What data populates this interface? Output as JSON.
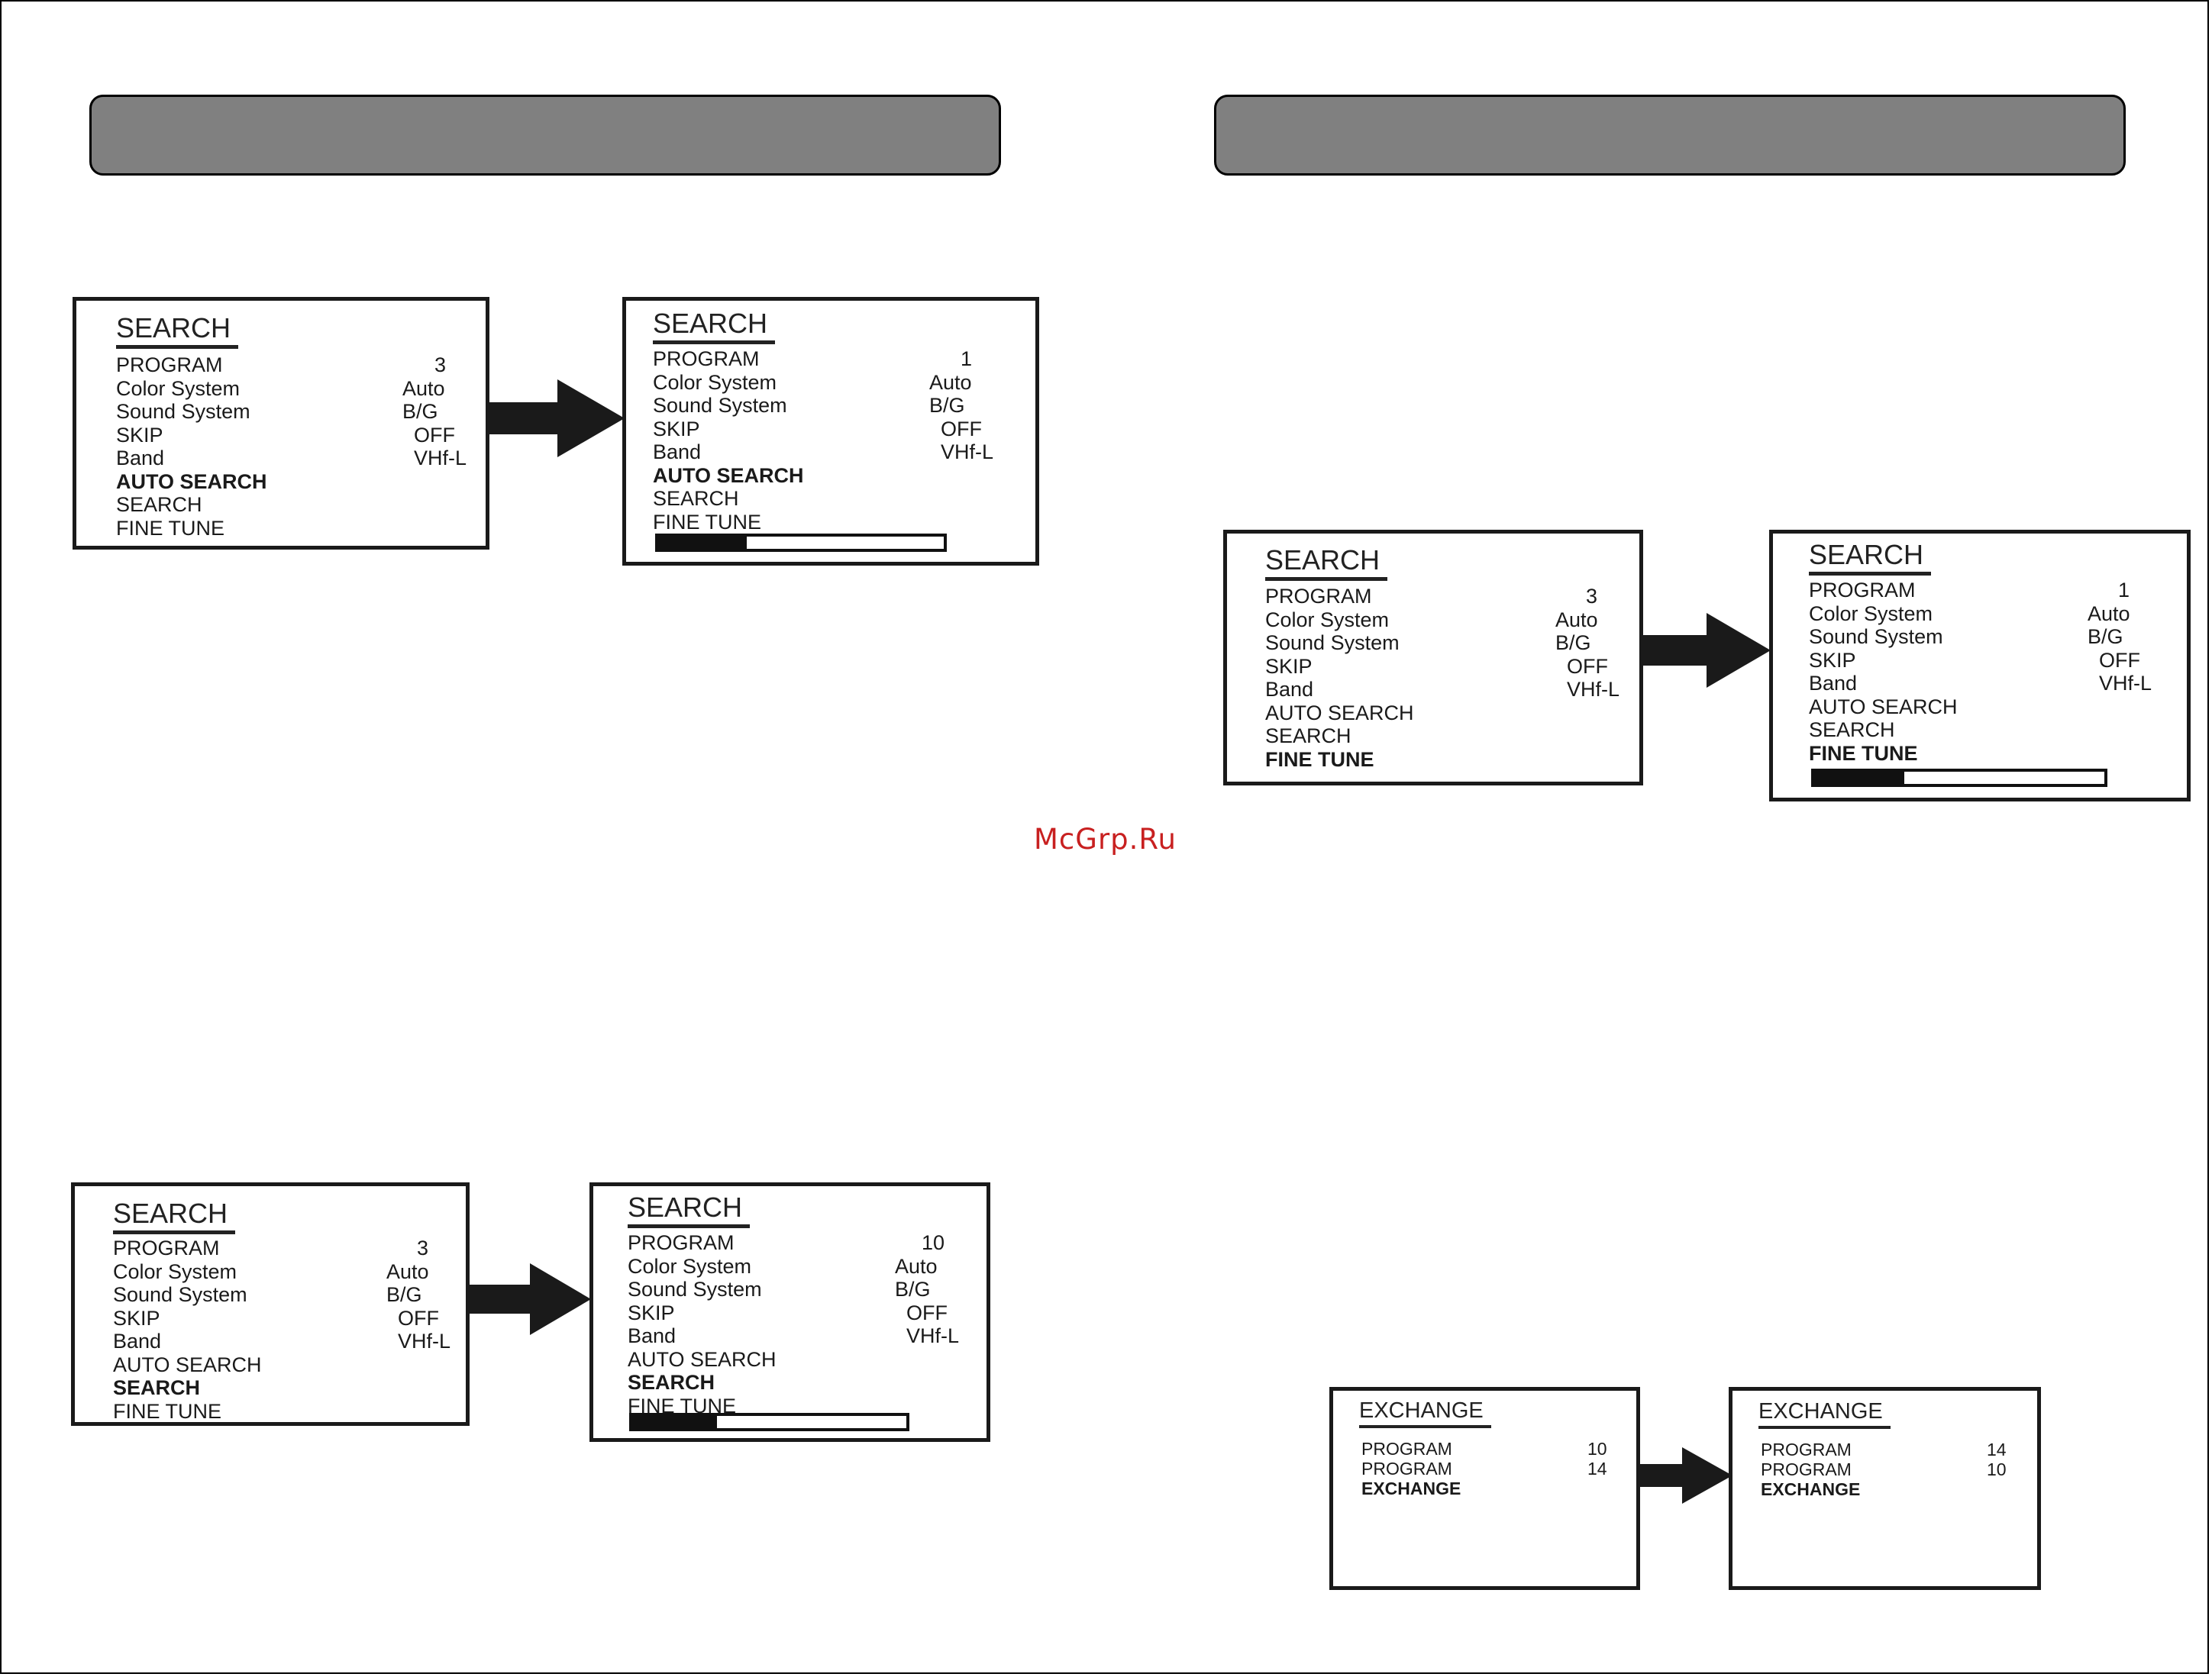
{
  "watermark": "McGrp.Ru",
  "colors": {
    "header_bar": "#808080",
    "watermark": "#c82020",
    "frame": "#1a1a1a"
  },
  "menus": [
    {
      "title": "SEARCH",
      "rows": [
        {
          "label": "PROGRAM",
          "value": "3",
          "bold": false
        },
        {
          "label": "Color System",
          "value": "Auto",
          "bold": false
        },
        {
          "label": "Sound System",
          "value": "B/G",
          "bold": false
        },
        {
          "label": "SKIP",
          "value": "OFF",
          "bold": false
        },
        {
          "label": "Band",
          "value": "VHf-L",
          "bold": false
        },
        {
          "label": "AUTO SEARCH",
          "value": "",
          "bold": true
        },
        {
          "label": "SEARCH",
          "value": "",
          "bold": false
        },
        {
          "label": "FINE TUNE",
          "value": "",
          "bold": false
        }
      ]
    },
    {
      "title": "SEARCH",
      "rows": [
        {
          "label": "PROGRAM",
          "value": "1",
          "bold": false
        },
        {
          "label": "Color System",
          "value": "Auto",
          "bold": false
        },
        {
          "label": "Sound System",
          "value": "B/G",
          "bold": false
        },
        {
          "label": "SKIP",
          "value": "OFF",
          "bold": false
        },
        {
          "label": "Band",
          "value": "VHf-L",
          "bold": false
        },
        {
          "label": "AUTO SEARCH",
          "value": "",
          "bold": true
        },
        {
          "label": "SEARCH",
          "value": "",
          "bold": false
        },
        {
          "label": "FINE TUNE",
          "value": "",
          "bold": false
        }
      ],
      "progress": 0.31
    },
    {
      "title": "SEARCH",
      "rows": [
        {
          "label": "PROGRAM",
          "value": "3",
          "bold": false
        },
        {
          "label": "Color System",
          "value": "Auto",
          "bold": false
        },
        {
          "label": "Sound System",
          "value": "B/G",
          "bold": false
        },
        {
          "label": "SKIP",
          "value": "OFF",
          "bold": false
        },
        {
          "label": "Band",
          "value": "VHf-L",
          "bold": false
        },
        {
          "label": "AUTO SEARCH",
          "value": "",
          "bold": false
        },
        {
          "label": "SEARCH",
          "value": "",
          "bold": true
        },
        {
          "label": "FINE TUNE",
          "value": "",
          "bold": false
        }
      ]
    },
    {
      "title": "SEARCH",
      "rows": [
        {
          "label": "PROGRAM",
          "value": "10",
          "bold": false
        },
        {
          "label": "Color System",
          "value": "Auto",
          "bold": false
        },
        {
          "label": "Sound System",
          "value": "B/G",
          "bold": false
        },
        {
          "label": "SKIP",
          "value": "OFF",
          "bold": false
        },
        {
          "label": "Band",
          "value": "VHf-L",
          "bold": false
        },
        {
          "label": "AUTO SEARCH",
          "value": "",
          "bold": false
        },
        {
          "label": "SEARCH",
          "value": "",
          "bold": true
        },
        {
          "label": "FINE TUNE",
          "value": "",
          "bold": false
        }
      ],
      "progress": 0.31
    },
    {
      "title": "SEARCH",
      "rows": [
        {
          "label": "PROGRAM",
          "value": "3",
          "bold": false
        },
        {
          "label": "Color System",
          "value": "Auto",
          "bold": false
        },
        {
          "label": "Sound System",
          "value": "B/G",
          "bold": false
        },
        {
          "label": "SKIP",
          "value": "OFF",
          "bold": false
        },
        {
          "label": "Band",
          "value": "VHf-L",
          "bold": false
        },
        {
          "label": "AUTO SEARCH",
          "value": "",
          "bold": false
        },
        {
          "label": "SEARCH",
          "value": "",
          "bold": false
        },
        {
          "label": "FINE TUNE",
          "value": "",
          "bold": true
        }
      ]
    },
    {
      "title": "SEARCH",
      "rows": [
        {
          "label": "PROGRAM",
          "value": "1",
          "bold": false
        },
        {
          "label": "Color System",
          "value": "Auto",
          "bold": false
        },
        {
          "label": "Sound System",
          "value": "B/G",
          "bold": false
        },
        {
          "label": "SKIP",
          "value": "OFF",
          "bold": false
        },
        {
          "label": "Band",
          "value": "VHf-L",
          "bold": false
        },
        {
          "label": "AUTO SEARCH",
          "value": "",
          "bold": false
        },
        {
          "label": "SEARCH",
          "value": "",
          "bold": false
        },
        {
          "label": "FINE TUNE",
          "value": "",
          "bold": true
        }
      ],
      "progress": 0.31
    },
    {
      "title": "EXCHANGE",
      "rows": [
        {
          "label": "PROGRAM",
          "value": "10",
          "bold": false
        },
        {
          "label": "PROGRAM",
          "value": "14",
          "bold": false
        },
        {
          "label": "EXCHANGE",
          "value": "",
          "bold": true
        }
      ]
    },
    {
      "title": "EXCHANGE",
      "rows": [
        {
          "label": "PROGRAM",
          "value": "14",
          "bold": false
        },
        {
          "label": "PROGRAM",
          "value": "10",
          "bold": false
        },
        {
          "label": "EXCHANGE",
          "value": "",
          "bold": true
        }
      ]
    }
  ]
}
